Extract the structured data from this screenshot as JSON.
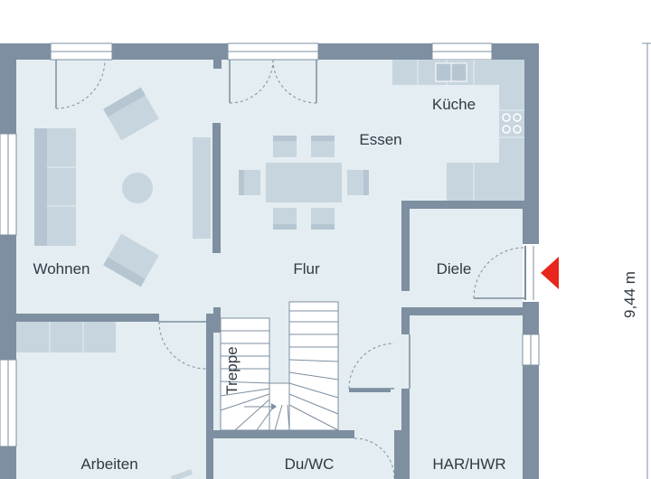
{
  "colors": {
    "wall": "#7d8fa0",
    "floor": "#e4edf1",
    "furniture": "#c7d5de",
    "furniture_dark": "#b5c6d2",
    "line": "#7d8fa0",
    "entrance_marker": "#e8261b"
  },
  "rooms": {
    "kueche": "Küche",
    "essen": "Essen",
    "wohnen": "Wohnen",
    "flur": "Flur",
    "diele": "Diele",
    "treppe": "Treppe",
    "arbeiten": "Arbeiten",
    "du_wc": "Du/WC",
    "har_hwr": "HAR/HWR"
  },
  "dimension": {
    "depth": "9,44 m"
  },
  "icons": {
    "entrance": "entrance-arrow-icon"
  }
}
